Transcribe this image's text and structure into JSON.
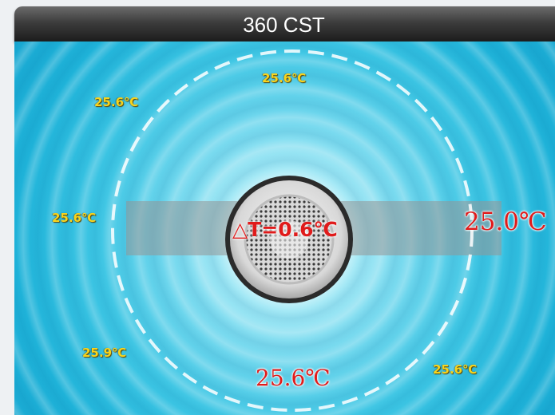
{
  "title": "360 CST",
  "delta_t": "△T=0.6℃",
  "readings": {
    "top": "25.6℃",
    "top_left": "25.6℃",
    "left": "25.6℃",
    "right": "25.0℃",
    "bottom_left": "25.9℃",
    "bottom": "25.6℃",
    "bottom_right": "25.6℃"
  },
  "colors": {
    "title_text": "#ffffff",
    "small_label": "#f8d31c",
    "big_label": "#e01b1b",
    "panel_blue": "#1fb3d9"
  }
}
